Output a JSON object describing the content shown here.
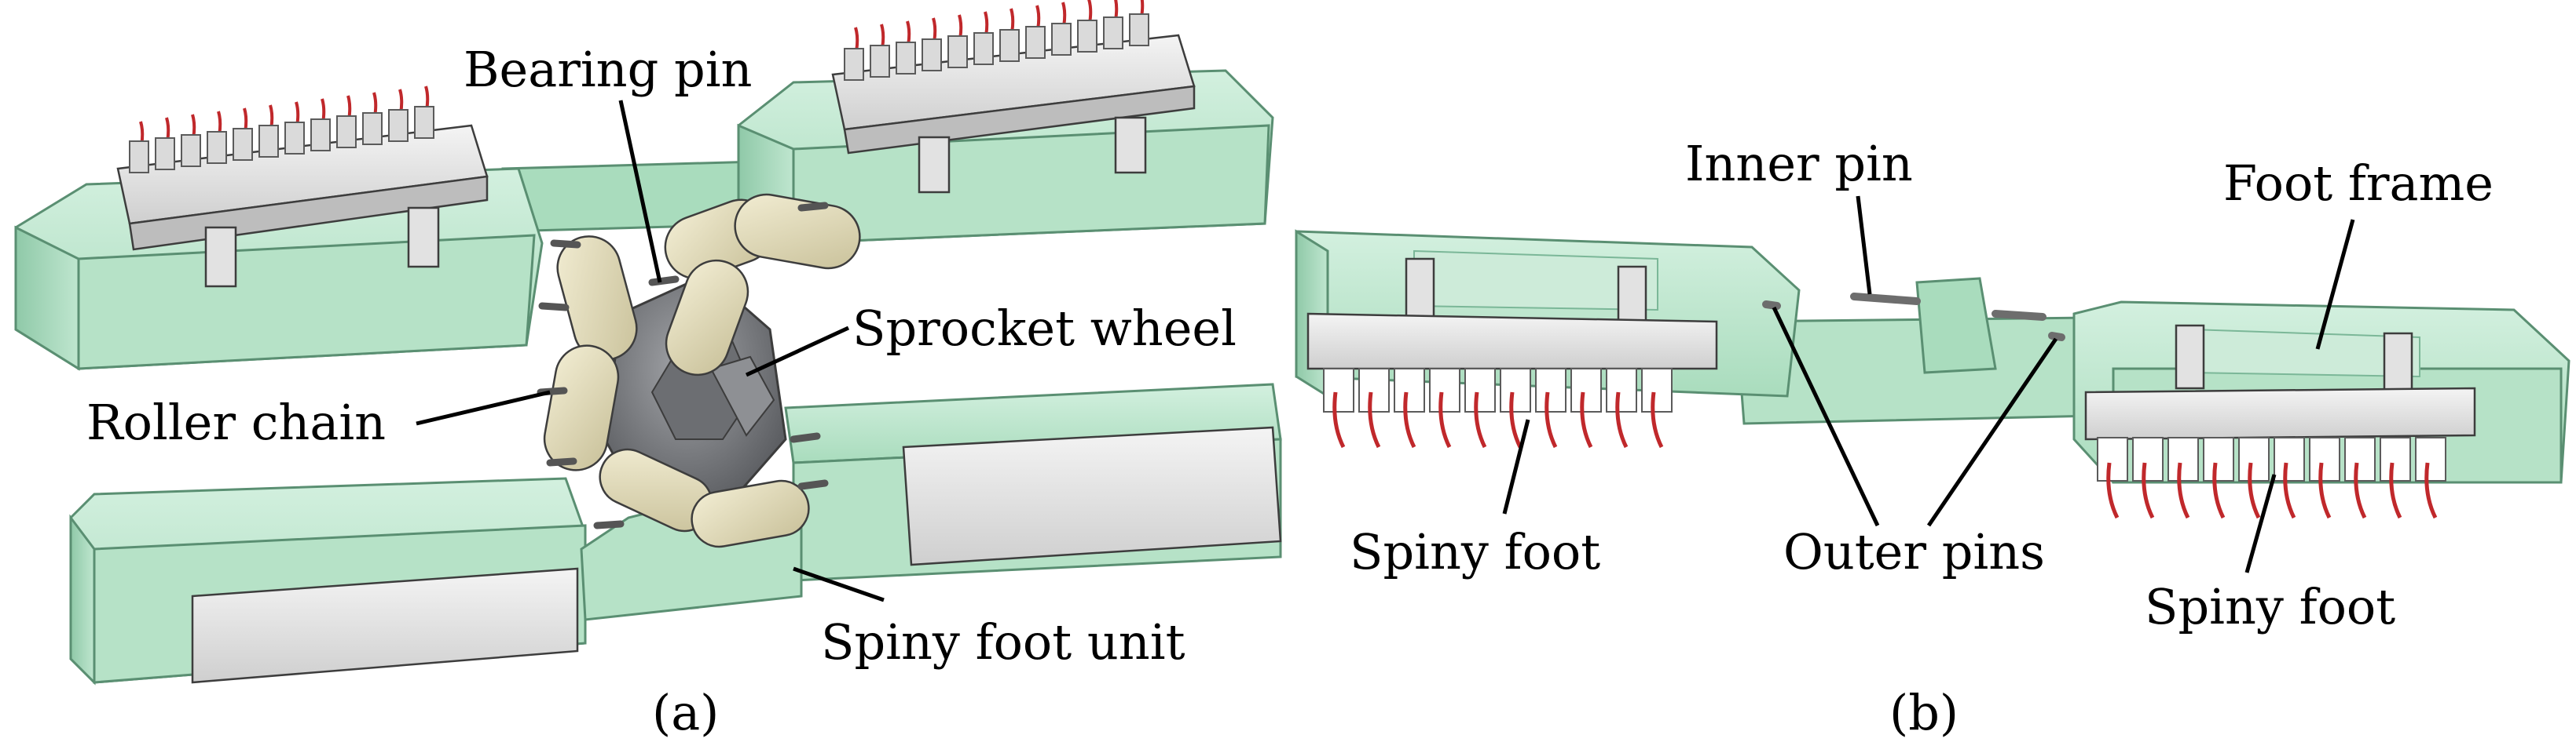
{
  "panels": {
    "a": {
      "caption": "(a)",
      "labels": {
        "bearing_pin": "Bearing pin",
        "sprocket_wheel": "Sprocket wheel",
        "roller_chain": "Roller chain",
        "spiny_foot_unit": "Spiny foot unit"
      }
    },
    "b": {
      "caption": "(b)",
      "labels": {
        "inner_pin": "Inner pin",
        "foot_frame": "Foot frame",
        "spiny_foot_left": "Spiny foot",
        "outer_pins": "Outer pins",
        "spiny_foot_right": "Spiny foot"
      }
    }
  },
  "colors": {
    "frame_green": "#bfe6cf",
    "frame_green_dark": "#8fc9a8",
    "spine_block": "#e6e6e6",
    "spine_tip": "#c0282b",
    "chain_beige": "#e8e2c2",
    "sprocket_gray": "#7d7f83",
    "pin_gray": "#9a9a9a"
  }
}
